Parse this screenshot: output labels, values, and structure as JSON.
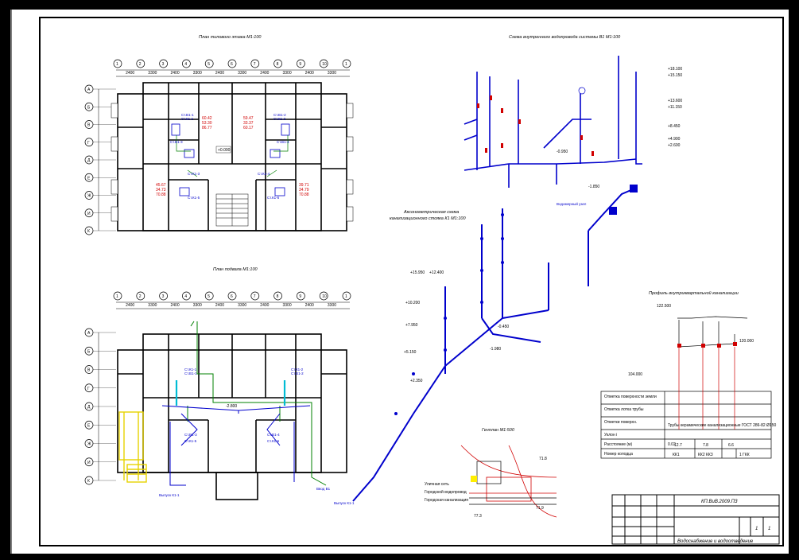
{
  "titles": {
    "plan_typical": "План типового этажа М1:100",
    "plan_basement": "План подвала М1:100",
    "scheme_water": "Схема внутреннего водопровода системы В1 М1:100",
    "scheme_sewer_line1": "Аксонометрическая схема",
    "scheme_sewer_line2": "канализационного стояка К1 М1:100",
    "profile": "Профиль внутриквартальной канализации",
    "genplan": "Генплан М1:500"
  },
  "axes_top": [
    "1",
    "2",
    "3",
    "4",
    "5",
    "6",
    "7",
    "8",
    "9",
    "10",
    "1"
  ],
  "axes_left": [
    "А",
    "Б",
    "В",
    "Г",
    "Д",
    "Е",
    "Ж",
    "И",
    "К"
  ],
  "dims_top": [
    "2400",
    "3300",
    "2400",
    "3300",
    "2400",
    "3300",
    "2400",
    "3300",
    "2400",
    "3300"
  ],
  "rooms_typical": [
    {
      "l1": "60.42",
      "l2": "53.30",
      "l3": "86.77"
    },
    {
      "l1": "59.47",
      "l2": "33.37",
      "l3": "60.17"
    },
    {
      "l1": "45.67",
      "l2": "34.73",
      "l3": "70.88"
    },
    {
      "l1": "39.71",
      "l2": "34.79",
      "l3": "70.88"
    }
  ],
  "profile_rows": [
    "Отметка поверхности земли",
    "Отметка лотка трубы",
    "Отметки поверхн.",
    "Уклон i",
    "Расстояние (м)",
    "Номер колодца"
  ],
  "profile_values": {
    "slope": "0.02",
    "dist": [
      "12.7",
      "7.8",
      "6.6"
    ],
    "wells": [
      "КК1",
      "КК2 КК3",
      "1 ГКК"
    ],
    "pipe": "Трубы керамические канализационные ГОСТ 286-82 Ø150"
  },
  "genplan_labels": [
    "Уличная сеть",
    "Городской водопровод",
    "Городская канализация"
  ],
  "stamp": {
    "code": "КП.ВиВ.2009.ПЗ",
    "sheet": "1",
    "sheets": "1",
    "name": "Водоснабжение и водоотведение"
  }
}
